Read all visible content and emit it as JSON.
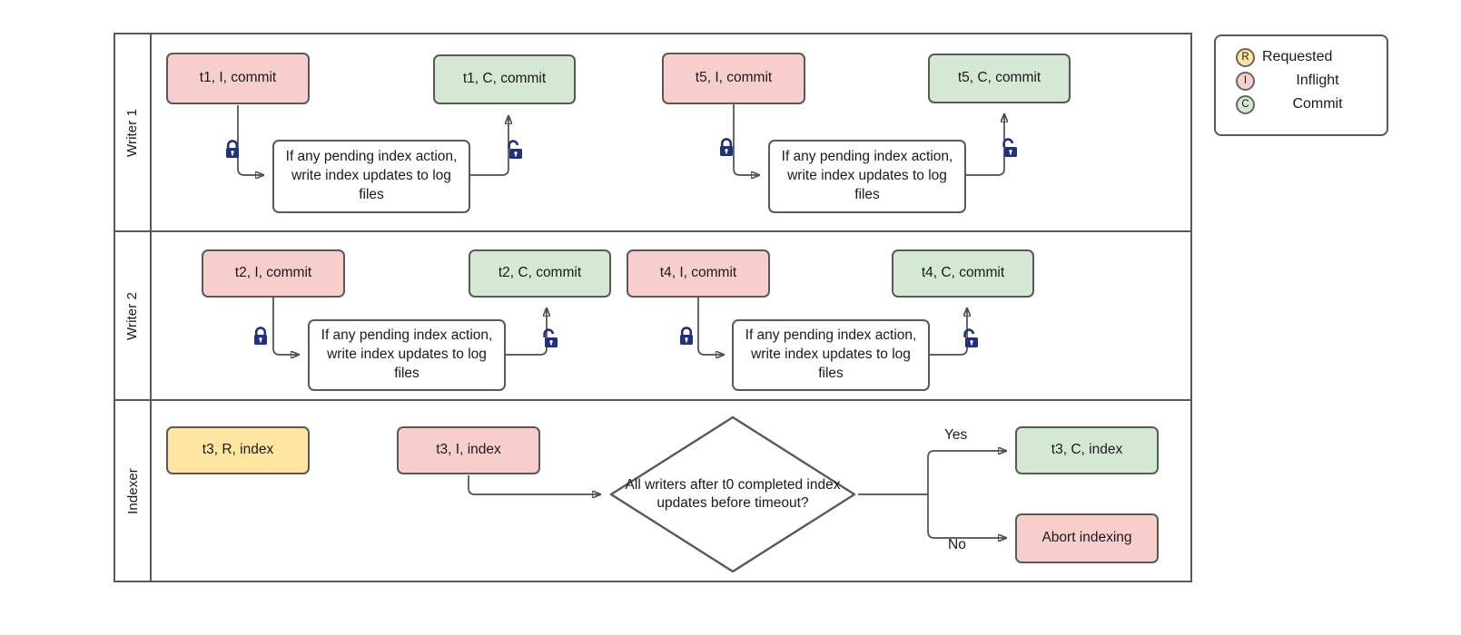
{
  "diagram": {
    "title": "Writer / Indexer swimlane flow",
    "colors": {
      "inflight": "#f8cecc",
      "commit": "#d5e8d4",
      "requested": "#ffe5a0",
      "stroke": "#595959",
      "edge": "#4d4d4d",
      "lock": "#23307a"
    }
  },
  "lanes": [
    {
      "label": "Writer 1"
    },
    {
      "label": "Writer 2"
    },
    {
      "label": "Indexer"
    }
  ],
  "nodes": {
    "w1_t1_inflight": "t1, I, commit",
    "w1_t1_commit": "t1, C, commit",
    "w1_t5_inflight": "t5, I, commit",
    "w1_t5_commit": "t5, C, commit",
    "w1_proc_left": "If any pending index action, write index updates to log files",
    "w1_proc_right": "If any pending index action, write index updates to log files",
    "w2_t2_inflight": "t2, I, commit",
    "w2_t2_commit": "t2, C, commit",
    "w2_t4_inflight": "t4, I, commit",
    "w2_t4_commit": "t4, C, commit",
    "w2_proc_left": "If any pending index action, write index updates to log files",
    "w2_proc_right": "If any pending index action, write index updates to log files",
    "ix_t3_requested": "t3, R, index",
    "ix_t3_inflight": "t3, I, index",
    "ix_decision": "All writers after t0 completed index updates before timeout?",
    "ix_t3_commit": "t3, C, index",
    "ix_abort": "Abort indexing"
  },
  "edge_labels": {
    "yes": "Yes",
    "no": "No"
  },
  "icons": {
    "lock_closed": "lock-closed-icon",
    "lock_open": "lock-open-icon"
  },
  "legend": {
    "items": [
      {
        "symbol": "R",
        "label": "Requested"
      },
      {
        "symbol": "I",
        "label": "Inflight"
      },
      {
        "symbol": "C",
        "label": "Commit"
      }
    ]
  }
}
